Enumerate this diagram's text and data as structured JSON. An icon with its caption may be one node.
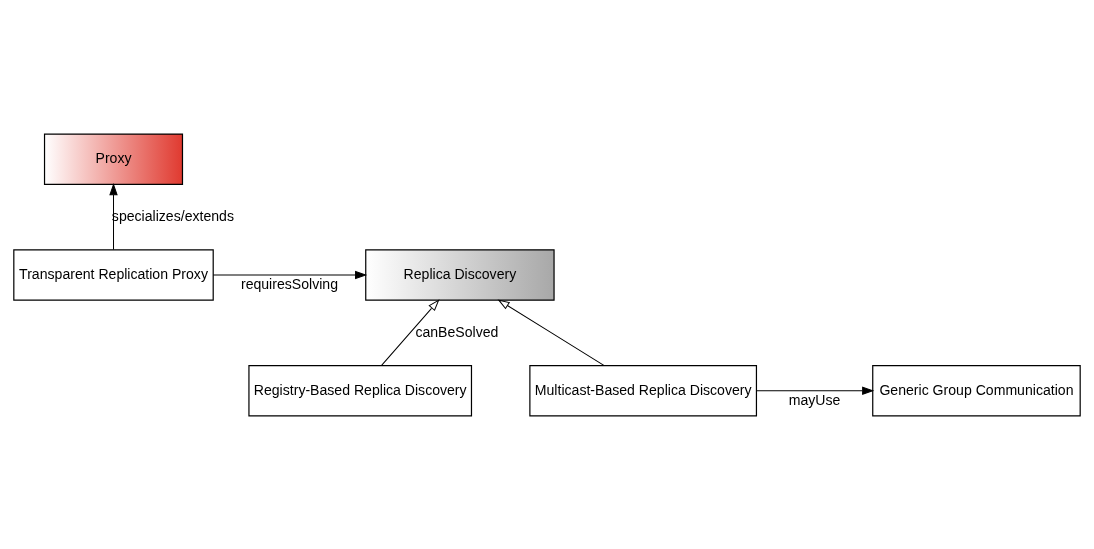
{
  "diagram": {
    "nodes": [
      {
        "text": [
          "Proxy"
        ]
      },
      {
        "text": [
          "Replica Discovery"
        ]
      },
      {
        "text": [
          "Transparent Replication Proxy"
        ]
      },
      {
        "text": [
          "Registry-Based Replica Discovery"
        ]
      },
      {
        "text": [
          "Multicast-Based Replica Discovery"
        ]
      },
      {
        "text": [
          "Generic Group Communication"
        ]
      }
    ],
    "edges": [
      {
        "from": 2,
        "to": 0,
        "arrow": "to",
        "label": "specializes/extends"
      },
      {
        "from": 2,
        "to": 1,
        "arrow": "to",
        "label": "requiresSolving"
      },
      {
        "from": 3,
        "to": 1,
        "arrow": "to",
        "label": "canBeSolved"
      },
      {
        "from": 4,
        "to": 1,
        "arrow": "to"
      },
      {
        "from": 4,
        "to": 5,
        "arrow": "to",
        "label": "mayUse"
      }
    ]
  }
}
